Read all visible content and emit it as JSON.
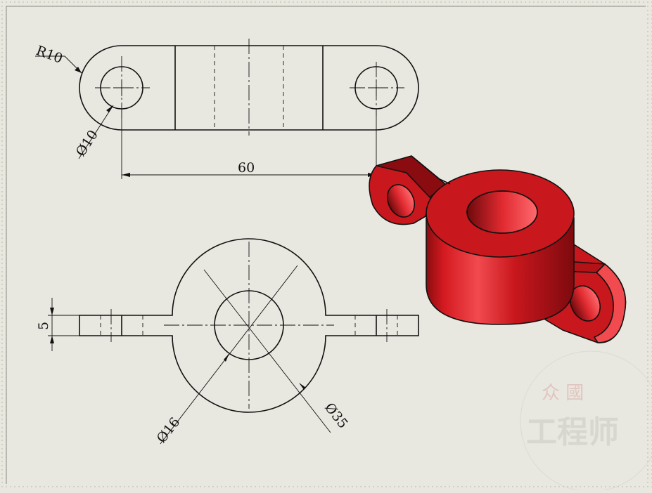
{
  "drawing": {
    "dimensions": {
      "radius": "R10",
      "hole_diameter": "Ø10",
      "center_distance": "60",
      "thickness": "5",
      "bore_diameter": "Ø16",
      "boss_diameter": "Ø35"
    },
    "model": {
      "color": "#c8171d",
      "shade_color": "#8a0c10",
      "highlight_color": "#f14a4f"
    }
  },
  "watermark": {
    "seal_text": "众 國",
    "title": "工程师"
  },
  "colors": {
    "background": "#e9e8e0",
    "border_dots": "#c8c8b8",
    "line": "#111111"
  }
}
